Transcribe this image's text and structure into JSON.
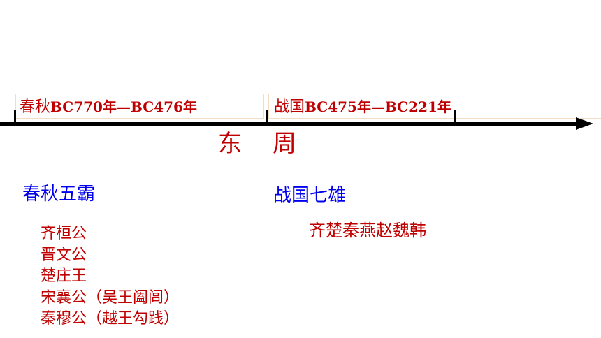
{
  "timeline": {
    "chunqiu_period": {
      "name": "春秋",
      "range": "BC770年—BC476年"
    },
    "zhanguo_period": {
      "name": "战国",
      "range": "BC475年—BC221年"
    },
    "dynasty": "东周"
  },
  "chunqiu": {
    "heading": "春秋五霸",
    "hegemons": [
      "齐桓公",
      "晋文公",
      "楚庄王",
      "宋襄公（吴王阖闾）",
      "秦穆公（越王勾践）"
    ]
  },
  "zhanguo": {
    "heading": "战国七雄",
    "states": "齐楚秦燕赵魏韩"
  },
  "colors": {
    "red": "#c00000",
    "blue": "#0000ee",
    "axis": "#000000",
    "box_border": "#f2dcc4"
  }
}
